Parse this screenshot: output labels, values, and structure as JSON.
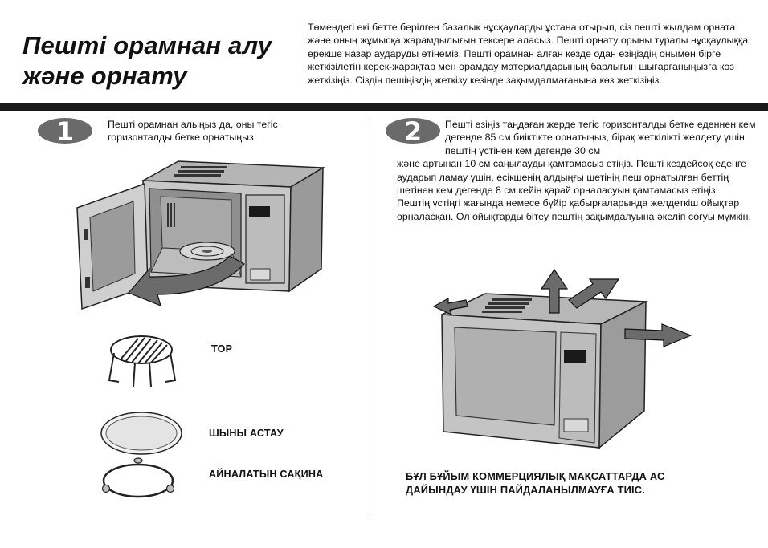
{
  "header": {
    "title_line1": "Пешті орамнан алу",
    "title_line2": "және орнату",
    "intro": "Төмендегі екі бетте берілген базалық нұсқауларды ұстана отырып, сіз пешті жылдам орната және оның жұмысқа жарамдылығын тексере аласыз. Пешті орнату орыны туралы нұсқаулыққа ерекше назар аударуды өтінеміз. Пешті орамнан алған кезде одан өзіңіздің онымен бірге жеткізілетін керек-жарақтар мен орамдау материалдарының барлығын шығарғаныңызға көз жеткізіңіз. Сіздің пешіңіздің жеткізу кезінде зақымдалмағанына көз жеткізіңіз."
  },
  "step1": {
    "number": "1",
    "text": "Пешті орамнан алыңыз да, оны тегіс горизонталды бетке орнатыңыз."
  },
  "step2": {
    "number": "2",
    "text_lead": "Пешті өзіңіз таңдаған жерде тегіс горизонталды бетке еденнен кем дегенде 85 см биіктікте орнатыңыз, бірақ жеткілікті желдету үшін пештің үстінен кем дегенде 30 см",
    "text_rest": "және артынан 10 см саңылауды қамтамасыз етіңіз. Пешті кездейсоқ еденге аударып ламау үшін, есікшенің алдыңғы шетінің пеш орнатылған беттің шетінен кем дегенде 8 см кейін қарай орналасуын қамтамасыз етіңіз.",
    "text_vent": "Пештің үстіңгі жағында немесе бүйір қабырғаларында желдеткіш ойықтар орналасқан. Ол ойықтарды бітеу пештің зақымдалуына әкеліп соғуы мүмкін."
  },
  "accessories": {
    "rack_label": "ТОР",
    "tray_label": "ШЫНЫ АСТАУ",
    "ring_label": "АЙНАЛАТЫН САҚИНА"
  },
  "warning": {
    "line1": "БҰЛ БҰЙЫМ КОММЕРЦИЯЛЫҚ МАҚСАТТАРДА АС",
    "line2": "ДАЙЫНДАУ ҮШІН ПАЙДАЛАНЫЛМАУҒА ТИІС."
  }
}
